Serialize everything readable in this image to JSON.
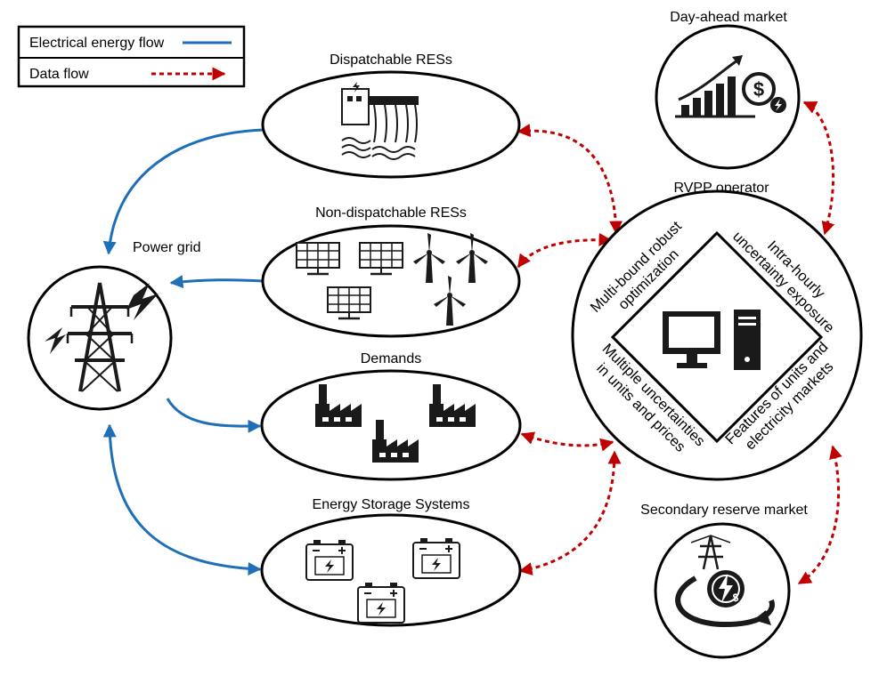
{
  "legend": {
    "electrical_label": "Electrical energy flow",
    "data_label": "Data flow",
    "electrical_color": "#1f6fb8",
    "data_color": "#c00000"
  },
  "nodes": {
    "dispatchable": "Dispatchable RESs",
    "non_dispatchable": "Non-dispatchable RESs",
    "demands": "Demands",
    "storage": "Energy Storage Systems",
    "power_grid": "Power grid",
    "day_ahead": "Day-ahead market",
    "operator": "RVPP operator",
    "secondary_reserve": "Secondary reserve market"
  },
  "operator_features": {
    "top_left_1": "Multi-bound robust",
    "top_left_2": "optimization",
    "top_right_1": "Intra-hourly",
    "top_right_2": "uncertainty exposure",
    "bottom_left_1": "Multiple uncertainties",
    "bottom_left_2": "in units and prices",
    "bottom_right_1": "Features of units and",
    "bottom_right_2": "electricity markets"
  },
  "icons": {
    "dispatchable": "hydro-dam-icon",
    "non_dispatchable": [
      "solar-panel-icon",
      "wind-turbine-icon"
    ],
    "demands": "factory-icon",
    "storage": "battery-icon",
    "power_grid": "transmission-tower-icon",
    "day_ahead": "market-growth-icon",
    "operator": "computer-icon",
    "secondary_reserve": "reserve-cycle-icon"
  }
}
